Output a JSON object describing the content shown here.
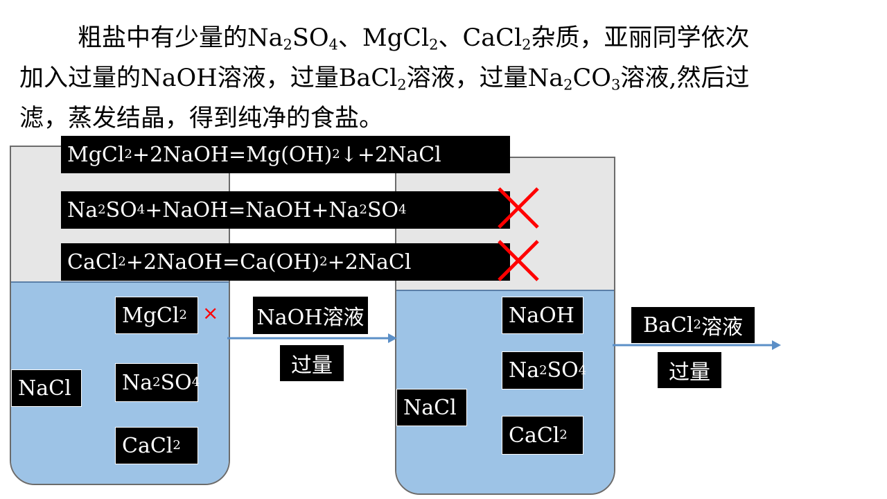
{
  "intro": {
    "line1_a": "粗盐中有少量的Na",
    "line1_sub1": "2",
    "line1_b": "SO",
    "line1_sub2": "4",
    "line1_c": "、MgCl",
    "line1_sub3": "2",
    "line1_d": "、CaCl",
    "line1_sub4": "2",
    "line1_e": "杂质，亚丽同学依次",
    "line2_a": "加入过量的NaOH溶液，过量BaCl",
    "line2_sub1": "2",
    "line2_b": "溶液，过量Na",
    "line2_sub2": "2",
    "line2_c": "CO",
    "line2_sub3": "3",
    "line2_d": "溶液,然后过",
    "line3": "滤，蒸发结晶，得到纯净的食盐。"
  },
  "equations": [
    {
      "p1": "MgCl",
      "s1": "2",
      "p2": "+2NaOH=Mg(OH)",
      "s2": "2",
      "p3": "↓+2NaCl",
      "crossed": false
    },
    {
      "p1": "Na",
      "s1": "2",
      "p2": "SO",
      "s2": "4",
      "p3": "+NaOH=NaOH+Na",
      "s3": "2",
      "p4": "SO",
      "s4": "4",
      "crossed": true
    },
    {
      "p1": "CaCl",
      "s1": "2",
      "p2": "+2NaOH=Ca(OH)",
      "s2": "2",
      "p3": "+2NaCl",
      "crossed": true
    }
  ],
  "beaker1": {
    "nacl": "NaCl",
    "mgcl2": {
      "a": "MgCl",
      "sub": "2"
    },
    "na2so4": {
      "a": "Na",
      "sub1": "2",
      "b": "SO",
      "sub2": "4"
    },
    "cacl2": {
      "a": "CaCl",
      "sub": "2"
    },
    "mark": "×"
  },
  "step1": {
    "reagent": "NaOH溶液",
    "amount": "过量"
  },
  "beaker2": {
    "naoh": "NaOH",
    "na2so4": {
      "a": "Na",
      "sub1": "2",
      "b": "SO",
      "sub2": "4"
    },
    "cacl2": {
      "a": "CaCl",
      "sub": "2"
    },
    "nacl": "NaCl"
  },
  "step2": {
    "reagent_a": "BaCl",
    "reagent_sub": "2",
    "reagent_b": "溶液",
    "amount": "过量"
  },
  "colors": {
    "liquid": "#9dc3e6",
    "beaker_air": "#e6e6e6",
    "cross": "#ff0000",
    "arrow": "#5b8fc7",
    "label_bg": "#000000"
  }
}
